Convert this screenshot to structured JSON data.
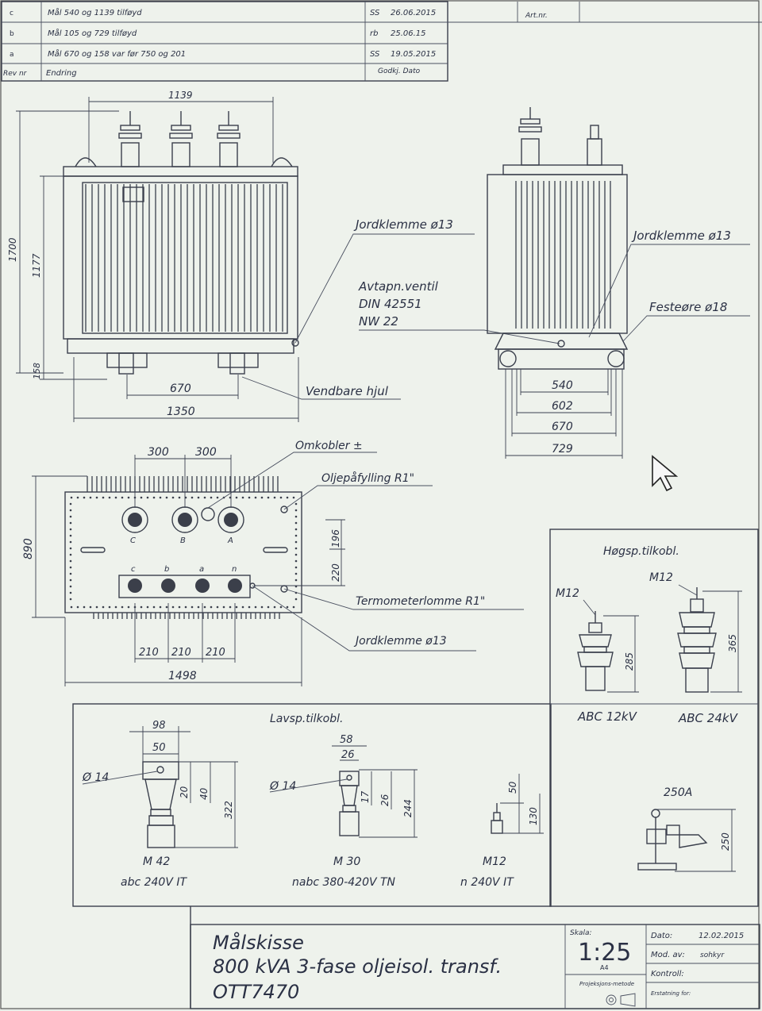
{
  "revisions": [
    {
      "rev": "c",
      "desc": "Mål 540 og 1139 tilføyd",
      "sign": "SS",
      "date": "26.06.2015"
    },
    {
      "rev": "b",
      "desc": "Mål 105 og 729 tilføyd",
      "sign": "rb",
      "date": "25.06.15"
    },
    {
      "rev": "a",
      "desc": "Mål 670 og 158 var før 750 og 201",
      "sign": "SS",
      "date": "19.05.2015"
    }
  ],
  "revision_header": {
    "rev": "Rev nr",
    "desc": "Endring",
    "approval": "Godkj. Dato"
  },
  "art_label": "Art.nr.",
  "front_view": {
    "width_top": "1139",
    "height_total": "1700",
    "height_tank": "1177",
    "height_base": "158",
    "wheel_spacing": "670",
    "width_total": "1350",
    "earth_clamp": "Jordklemme ø13",
    "valve_line1": "Avtapn.ventil",
    "valve_line2": "DIN 42551",
    "valve_line3": "NW 22",
    "wheels": "Vendbare hjul"
  },
  "side_view": {
    "earth_clamp": "Jordklemme ø13",
    "lifting_eye": "Festeøre ø18",
    "dims": [
      "540",
      "602",
      "670",
      "729"
    ]
  },
  "top_view": {
    "spacing_a": "300",
    "spacing_b": "300",
    "depth": "890",
    "dim_196": "196",
    "dim_220": "220",
    "lv_spacing": [
      "210",
      "210",
      "210"
    ],
    "length": "1498",
    "switch": "Omkobler ±",
    "oil_fill": "Oljepåfylling R1\"",
    "thermometer": "Termometerlomme R1\"",
    "earth_clamp": "Jordklemme  ø13",
    "hv_labels": [
      "C",
      "B",
      "A"
    ],
    "lv_labels": [
      "c",
      "b",
      "a",
      "n"
    ]
  },
  "hv_connection": {
    "title": "Høgsp.tilkobl.",
    "left_thread": "M12",
    "left_height": "285",
    "left_label": "ABC 12kV",
    "right_thread": "M12",
    "right_height": "365",
    "right_label": "ABC 24kV",
    "switch_label": "250A",
    "switch_height": "250"
  },
  "lv_connection": {
    "title": "Lavsp.tilkobl.",
    "m42": {
      "w1": "98",
      "w2": "50",
      "hole": "Ø 14",
      "h1": "20",
      "h2": "40",
      "h3": "322",
      "name": "M 42",
      "label": "abc 240V IT"
    },
    "m30": {
      "w1": "58",
      "w2": "26",
      "hole": "Ø 14",
      "h1": "17",
      "h2": "26",
      "h3": "244",
      "name": "M 30",
      "label": "nabc 380-420V TN"
    },
    "m12": {
      "h1": "50",
      "h2": "130",
      "name": "M12",
      "label": "n  240V IT"
    }
  },
  "title_block": {
    "line1": "Målskisse",
    "line2": "800 kVA 3-fase oljeisol. transf.",
    "line3": "OTT7470",
    "scale_label": "Skala:",
    "scale": "1:25",
    "paper": "A4",
    "projection": "Projeksjons-metode",
    "date_label": "Dato:",
    "date": "12.02.2015",
    "mod_label": "Mod. av:",
    "mod_by": "sohkyr",
    "check_label": "Kontroll:",
    "replaces": "Erstatning for:"
  }
}
